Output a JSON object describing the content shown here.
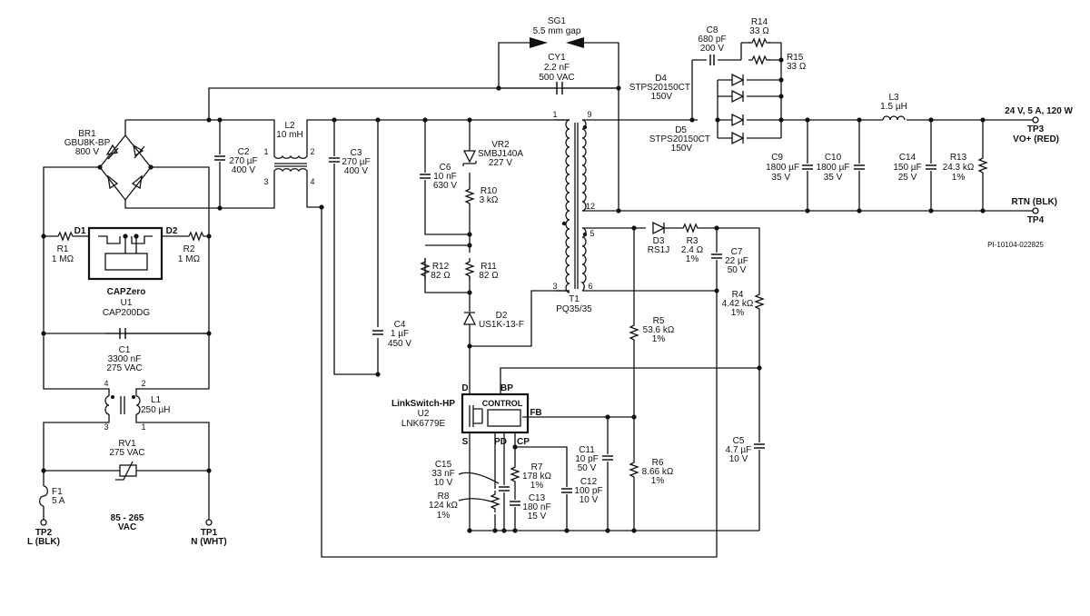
{
  "labels": {
    "sg1_ref": "SG1",
    "sg1_val": "5.5 mm gap",
    "cy1_ref": "CY1",
    "cy1_val": "2.2 nF",
    "cy1_v": "500 VAC",
    "c8_ref": "C8",
    "c8_val": "680 pF",
    "c8_v": "200 V",
    "r14_ref": "R14",
    "r14_val": "33 Ω",
    "r15_ref": "R15",
    "r15_val": "33 Ω",
    "d4_ref": "D4",
    "d4_val": "STPS20150CT",
    "d4_v": "150V",
    "d5_ref": "D5",
    "d5_val": "STPS20150CT",
    "d5_v": "150V",
    "l3_ref": "L3",
    "l3_val": "1.5 µH",
    "out_v": "24 V, 5 A, 120 W",
    "tp3_ref": "TP3",
    "tp3_name": "VO+ (RED)",
    "rtn_name": "RTN (BLK)",
    "tp4_ref": "TP4",
    "pi": "PI-10104-022825",
    "br1_ref": "BR1",
    "br1_val": "GBU8K-BP",
    "br1_v": "800 V",
    "c2_ref": "C2",
    "c2_val": "270 µF",
    "c2_v": "400 V",
    "l2_ref": "L2",
    "l2_val": "10 mH",
    "c3_ref": "C3",
    "c3_val": "270 µF",
    "c3_v": "400 V",
    "c6_ref": "C6",
    "c6_val": "10 nF",
    "c6_v": "630 V",
    "vr2_ref": "VR2",
    "vr2_val": "SMBJ140A",
    "vr2_v": "227 V",
    "r10_ref": "R10",
    "r10_val": "3 kΩ",
    "r12_ref": "R12",
    "r12_val": "82 Ω",
    "r11_ref": "R11",
    "r11_val": "82 Ω",
    "d2_ref": "D2",
    "d2_val": "US1K-13-F",
    "c4_ref": "C4",
    "c4_val": "1 µF",
    "c4_v": "450 V",
    "c9_ref": "C9",
    "c9_val": "1800 µF",
    "c9_v": "35 V",
    "c10_ref": "C10",
    "c10_val": "1800 µF",
    "c10_v": "35 V",
    "c14_ref": "C14",
    "c14_val": "150 µF",
    "c14_v": "25 V",
    "r13_ref": "R13",
    "r13_val": "24.3 kΩ",
    "r13_tol": "1%",
    "d3_ref": "D3",
    "d3_val": "RS1J",
    "r3_ref": "R3",
    "r3_val": "2.4 Ω",
    "r3_tol": "1%",
    "c7_ref": "C7",
    "c7_val": "22 µF",
    "c7_v": "50 V",
    "r4_ref": "R4",
    "r4_val": "4.42 kΩ",
    "r4_tol": "1%",
    "t1_ref": "T1",
    "t1_val": "PQ35/35",
    "r5_ref": "R5",
    "r5_val": "53.6 kΩ",
    "r5_tol": "1%",
    "r6_ref": "R6",
    "r6_val": "8.66 kΩ",
    "r6_tol": "1%",
    "c5_ref": "C5",
    "c5_val": "4.7 µF",
    "c5_v": "10 V",
    "r1_ref": "R1",
    "r1_val": "1 MΩ",
    "r2_ref": "R2",
    "r2_val": "1 MΩ",
    "d1_pin": "D1",
    "d2_pin": "D2",
    "u1_brand": "CAPZero",
    "u1_ref": "U1",
    "u1_val": "CAP200DG",
    "c1_ref": "C1",
    "c1_val": "3300 nF",
    "c1_v": "275 VAC",
    "l1_ref": "L1",
    "l1_val": "250 µH",
    "rv1_ref": "RV1",
    "rv1_val": "275 VAC",
    "f1_ref": "F1",
    "f1_val": "5 A",
    "tp2_ref": "TP2",
    "tp2_name": "L (BLK)",
    "tp1_ref": "TP1",
    "tp1_name": "N (WHT)",
    "vin": "85 - 265",
    "vin_unit": "VAC",
    "u2_brand": "LinkSwitch-HP",
    "u2_ref": "U2",
    "u2_val": "LNK6779E",
    "u2_ctrl": "CONTROL",
    "pin_d": "D",
    "pin_bp": "BP",
    "pin_fb": "FB",
    "pin_s": "S",
    "pin_pd": "PD",
    "pin_cp": "CP",
    "c15_ref": "C15",
    "c15_val": "33 nF",
    "c15_v": "10 V",
    "r8_ref": "R8",
    "r8_val": "124 kΩ",
    "r8_tol": "1%",
    "r7_ref": "R7",
    "r7_val": "178 kΩ",
    "r7_tol": "1%",
    "c13_ref": "C13",
    "c13_val": "180 nF",
    "c13_v": "15 V",
    "c11_ref": "C11",
    "c11_val": "10 pF",
    "c11_v": "50 V",
    "c12_ref": "C12",
    "c12_val": "100 pF",
    "c12_v": "10 V",
    "pin_1": "1",
    "pin_2": "2",
    "pin_3": "3",
    "pin_4": "4",
    "pin_5": "5",
    "pin_6": "6",
    "pin_9": "9",
    "pin_12": "12",
    "l1_pin_4": "4",
    "l1_pin_2": "2",
    "l1_pin_3": "3",
    "l1_pin_1": "1",
    "t1_pin_1": "1",
    "t1_pin_3": "3"
  }
}
